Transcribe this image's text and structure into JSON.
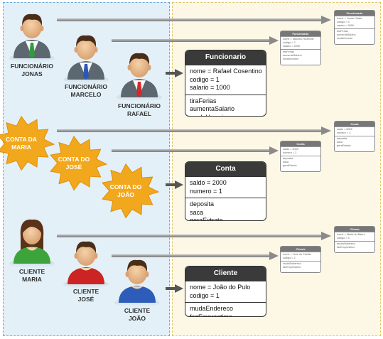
{
  "colors": {
    "left_panel": "#e3f0f8",
    "right_panel": "#fdf8e6",
    "arrow": "#8a8a8a",
    "burst": "#f2a81d",
    "card_header": "#3a3a3a"
  },
  "people": {
    "jonas": "FUNCIONÁRIO\nJONAS",
    "marcelo": "FUNCIONÁRIO\nMARCELO",
    "rafael": "FUNCIONÁRIO\nRAFAEL",
    "maria": "CLIENTE\nMARIA",
    "jose": "CLIENTE\nJOSÉ",
    "joao": "CLIENTE\nJOÃO"
  },
  "accounts": {
    "maria": "CONTA DA\nMARIA",
    "jose": "CONTA DO\nJOSÉ",
    "joao": "CONTA DO\nJOÃO"
  },
  "objects": {
    "funcionario_jonas": {
      "title": "Funcionario",
      "attributes": [
        "nome = Jonas Hirata",
        "codigo = 3",
        "salario = 3000"
      ],
      "methods": [
        "tiraFerias",
        "aumentaSalario",
        "mudaHorario"
      ]
    },
    "funcionario_marcelo": {
      "title": "Funcionario",
      "attributes": [
        "nome = Marcelo Rezende",
        "codigo = 2",
        "salario = 2000"
      ],
      "methods": [
        "tiraFerias",
        "aumentaSalario",
        "mudaHorario"
      ]
    },
    "funcionario_rafael": {
      "title": "Funcionario",
      "attributes": [
        "nome = Rafael Cosentino",
        "codigo = 1",
        "salario = 1000"
      ],
      "methods": [
        "tiraFerias",
        "aumentaSalario",
        "mudaHorario"
      ]
    },
    "conta_maria": {
      "title": "Conta",
      "attributes": [
        "saldo = 8000",
        "numero = 3"
      ],
      "methods": [
        "deposita",
        "saca",
        "geraExtrato"
      ]
    },
    "conta_jose": {
      "title": "Conta",
      "attributes": [
        "saldo = 4000",
        "numero = 2"
      ],
      "methods": [
        "deposita",
        "saca",
        "geraExtrato"
      ]
    },
    "conta_joao": {
      "title": "Conta",
      "attributes": [
        "saldo = 2000",
        "numero = 1"
      ],
      "methods": [
        "deposita",
        "saca",
        "geraExtrato"
      ]
    },
    "cliente_maria": {
      "title": "Cliente",
      "attributes": [
        "nome = Maria do Bairro",
        "codigo = 3"
      ],
      "methods": [
        "mudaEndereco",
        "fazEmprestimo"
      ]
    },
    "cliente_jose": {
      "title": "Cliente",
      "attributes": [
        "nome = José do Caixão",
        "codigo = 2"
      ],
      "methods": [
        "mudaEndereco",
        "fazEmprestimo"
      ]
    },
    "cliente_joao": {
      "title": "Cliente",
      "attributes": [
        "nome = João do Pulo",
        "codigo = 1"
      ],
      "methods": [
        "mudaEndereco",
        "fazEmprestimo"
      ]
    }
  }
}
